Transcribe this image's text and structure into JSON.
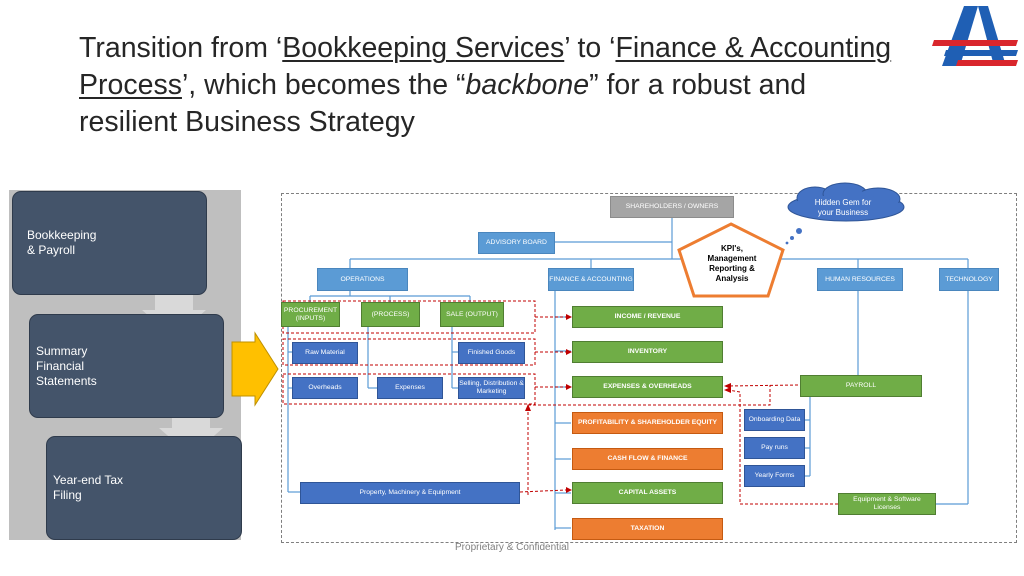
{
  "slide": {
    "title_parts": [
      {
        "text": "Transition from ‘",
        "u": false,
        "i": false
      },
      {
        "text": "Bookkeeping Services",
        "u": true,
        "i": false
      },
      {
        "text": "’ to ‘",
        "u": false,
        "i": false
      },
      {
        "text": "Finance & Accounting Process",
        "u": true,
        "i": false
      },
      {
        "text": "’, which becomes the “",
        "u": false,
        "i": false
      },
      {
        "text": "backbone",
        "u": false,
        "i": true
      },
      {
        "text": "” for a robust and resilient Business Strategy",
        "u": false,
        "i": false
      }
    ],
    "footer": "Proprietary & Confidential"
  },
  "colors": {
    "light_blue": "#5b9bd5",
    "dark_blue": "#4472c4",
    "green": "#70ad47",
    "orange": "#ed7d31",
    "gray": "#a5a5a5",
    "step_fill": "#44546a",
    "arrow_yellow": "#ffc000",
    "dashed_red": "#c00000"
  },
  "left_steps": [
    {
      "label": "Bookkeeping\n& Payroll"
    },
    {
      "label": "Summary\nFinancial\nStatements"
    },
    {
      "label": "Year-end Tax\nFiling"
    }
  ],
  "org": {
    "root": "SHAREHOLDERS / OWNERS",
    "advisory": "ADVISORY BOARD",
    "kpi": "KPI's,\nManagement\nReporting &\nAnalysis",
    "cloud": "Hidden Gem for\nyour Business",
    "departments": {
      "operations": "OPERATIONS",
      "finance": "FINANCE & ACCOUNTING",
      "hr": "HUMAN RESOURCES",
      "technology": "TECHNOLOGY"
    },
    "operations_stages": [
      "PROCUREMENT\n(INPUTS)",
      "(PROCESS)",
      "SALE (OUTPUT)"
    ],
    "operations_items": {
      "raw_material": "Raw Material",
      "finished_goods": "Finished Goods",
      "overheads": "Overheads",
      "expenses": "Expenses",
      "selling": "Selling, Distribution &\nMarketing",
      "property": "Property, Machinery & Equipment"
    },
    "finance_items": [
      {
        "label": "INCOME / REVENUE",
        "color": "green"
      },
      {
        "label": "INVENTORY",
        "color": "green"
      },
      {
        "label": "EXPENSES & OVERHEADS",
        "color": "green"
      },
      {
        "label": "PROFITABILITY  &  SHAREHOLDER  EQUITY",
        "color": "orange"
      },
      {
        "label": "CASH FLOW & FINANCE",
        "color": "orange"
      },
      {
        "label": "CAPITAL  ASSETS",
        "color": "green"
      },
      {
        "label": "TAXATION",
        "color": "orange"
      }
    ],
    "hr_items": {
      "payroll": "PAYROLL",
      "onboarding": "Onboarding Data",
      "pay_runs": "Pay runs",
      "yearly_forms": "Yearly Forms"
    },
    "tech_items": {
      "equipment": "Equipment & Software Licenses"
    }
  }
}
